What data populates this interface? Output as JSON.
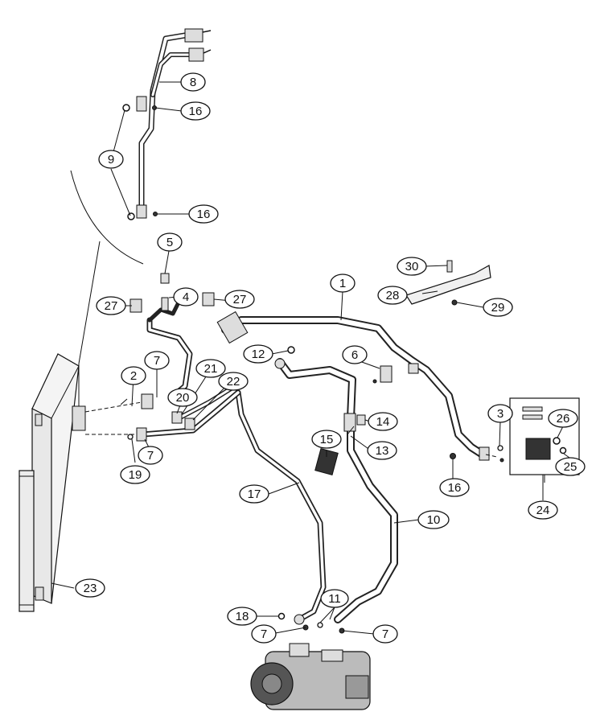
{
  "callouts": [
    {
      "id": "c1",
      "text": "1"
    },
    {
      "id": "c2",
      "text": "2"
    },
    {
      "id": "c3",
      "text": "3"
    },
    {
      "id": "c4",
      "text": "4"
    },
    {
      "id": "c5",
      "text": "5"
    },
    {
      "id": "c6",
      "text": "6"
    },
    {
      "id": "c7a",
      "text": "7"
    },
    {
      "id": "c7b",
      "text": "7"
    },
    {
      "id": "c7c",
      "text": "7"
    },
    {
      "id": "c7d",
      "text": "7"
    },
    {
      "id": "c8",
      "text": "8"
    },
    {
      "id": "c9",
      "text": "9"
    },
    {
      "id": "c10",
      "text": "10"
    },
    {
      "id": "c11",
      "text": "11"
    },
    {
      "id": "c12",
      "text": "12"
    },
    {
      "id": "c13",
      "text": "13"
    },
    {
      "id": "c14",
      "text": "14"
    },
    {
      "id": "c15",
      "text": "15"
    },
    {
      "id": "c16a",
      "text": "16"
    },
    {
      "id": "c16b",
      "text": "16"
    },
    {
      "id": "c16c",
      "text": "16"
    },
    {
      "id": "c17",
      "text": "17"
    },
    {
      "id": "c18",
      "text": "18"
    },
    {
      "id": "c19",
      "text": "19"
    },
    {
      "id": "c20",
      "text": "20"
    },
    {
      "id": "c21",
      "text": "21"
    },
    {
      "id": "c22",
      "text": "22"
    },
    {
      "id": "c23",
      "text": "23"
    },
    {
      "id": "c24",
      "text": "24"
    },
    {
      "id": "c25",
      "text": "25"
    },
    {
      "id": "c26",
      "text": "26"
    },
    {
      "id": "c27a",
      "text": "27"
    },
    {
      "id": "c27b",
      "text": "27"
    },
    {
      "id": "c28",
      "text": "28"
    },
    {
      "id": "c29",
      "text": "29"
    },
    {
      "id": "c30",
      "text": "30"
    }
  ]
}
